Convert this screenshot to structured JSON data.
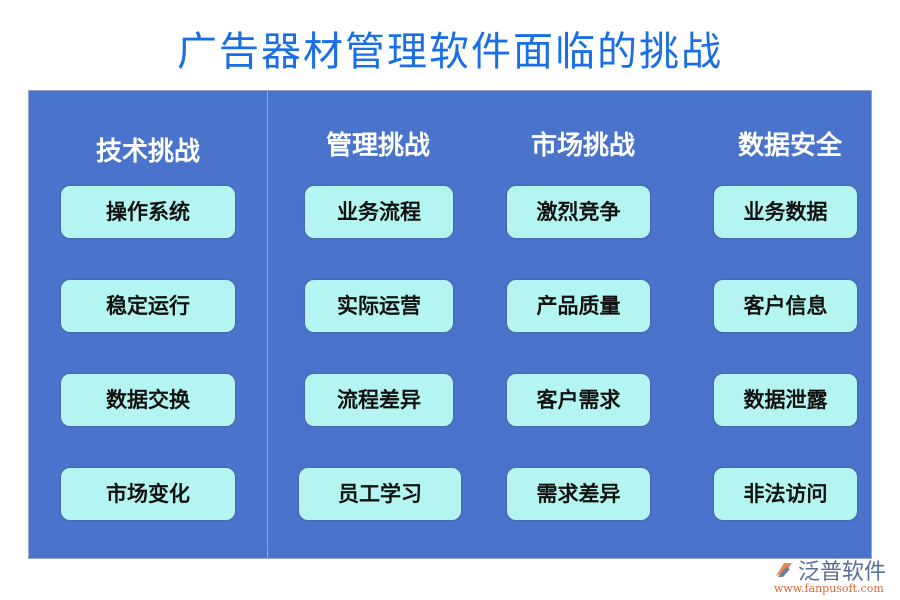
{
  "title": "广告器材管理软件面临的挑战",
  "columns": [
    {
      "heading": "技术挑战",
      "items": [
        "操作系统",
        "稳定运行",
        "数据交换",
        "市场变化"
      ]
    },
    {
      "heading": "管理挑战",
      "items": [
        "业务流程",
        "实际运营",
        "流程差异",
        "员工学习"
      ]
    },
    {
      "heading": "市场挑战",
      "items": [
        "激烈竞争",
        "产品质量",
        "客户需求",
        "需求差异"
      ]
    },
    {
      "heading": "数据安全",
      "items": [
        "业务数据",
        "客户信息",
        "数据泄露",
        "非法访问"
      ]
    }
  ],
  "watermark": {
    "brand": "泛普软件",
    "url": "www.fanpusoft.com"
  },
  "colors": {
    "title": "#1a6fe6",
    "panel": "#4a74cc",
    "box": "#b4f5f1",
    "heading": "#ffffff"
  }
}
